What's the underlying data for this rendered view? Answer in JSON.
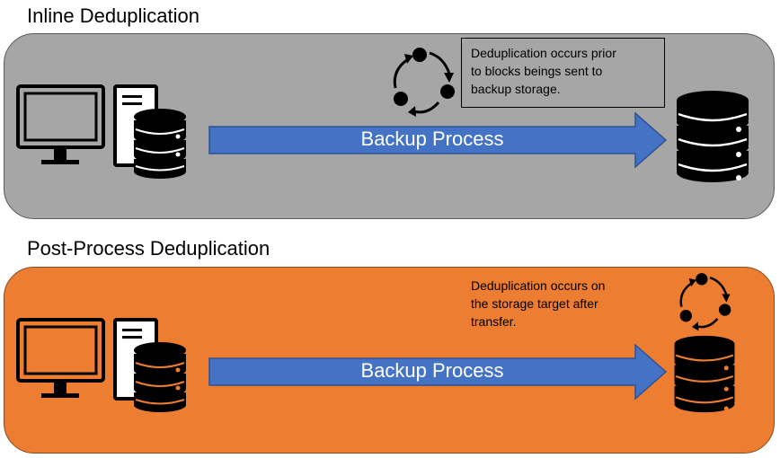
{
  "sections": {
    "inline": {
      "title": "Inline Deduplication",
      "arrow_label": "Backup Process",
      "note": "Deduplication occurs prior\nto blocks beings sent to\nbackup storage.",
      "color": "#a6a6a6"
    },
    "post": {
      "title": "Post-Process Deduplication",
      "arrow_label": "Backup Process",
      "note": "Deduplication occurs on\nthe storage target after\ntransfer.",
      "color": "#ed7d31"
    }
  },
  "colors": {
    "arrow": "#4472c4",
    "arrow_border": "#2f528f",
    "icon": "#000000"
  },
  "icons": [
    "computer-monitor-icon",
    "computer-tower-icon",
    "database-icon",
    "cycle-icon"
  ]
}
